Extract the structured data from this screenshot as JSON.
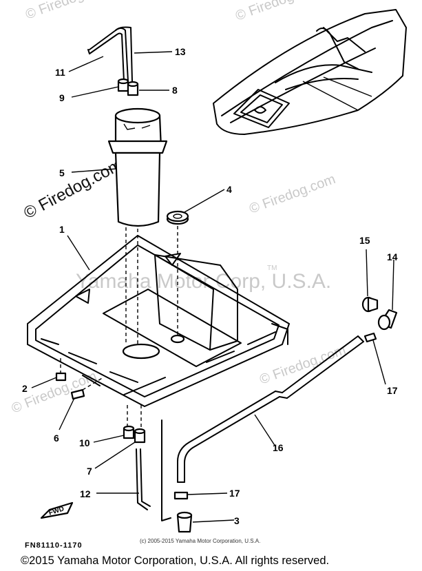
{
  "watermarks": {
    "site": "© Firedog.com",
    "site_short": "© Firedog",
    "manufacturer": "Yamaha Motor Corp, U.S.A.",
    "trademark": "TM"
  },
  "callouts": [
    "1",
    "2",
    "3",
    "4",
    "5",
    "6",
    "7",
    "8",
    "9",
    "10",
    "11",
    "12",
    "13",
    "14",
    "15",
    "16",
    "17",
    "17"
  ],
  "fwd_label": "FWD",
  "drawing_code": "FN81110-1170",
  "internal_copyright": "(c) 2005-2015 Yamaha Motor Corporation, U.S.A.",
  "footer_copyright": "©2015 Yamaha Motor Corporation, U.S.A. All rights reserved."
}
